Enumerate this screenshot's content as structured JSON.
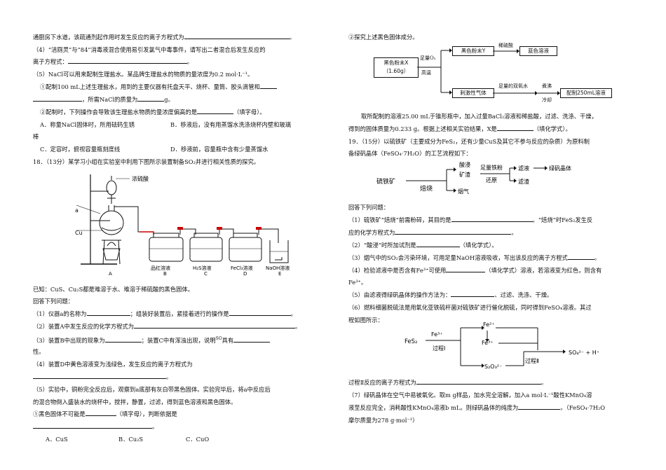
{
  "left": {
    "l1": "通厨房下水道，该疏通剂起作用时发生反应的离子方程式为",
    "l2": "（4）“洁厕灵”与“84”消毒液混合使用易引发氯气中毒事件，请写出二者混合后发生反应的",
    "l3": "离子方程式：",
    "l4": "（5）NaCl可以用来配制生理盐水。某品牌生理盐水的物质的量浓度为0.2  mol·L⁻¹。",
    "l5": "①配制100  mL上述生理盐水，用到的主要仪器有托盘天平、烧杯、量筒、胶头滴管和",
    "l6": "，所需NaCl的质量为",
    "l6b": "g。",
    "l7": "②配制时，下列操作会导致该生理盐水物质的量浓度偏高的是",
    "l7b": "（填字母）。",
    "l8a": "A．称量NaCl固体时，所用砝码生锈",
    "l8b": "B．移液后，没有用蒸馏水洗涤烧杯内壁和玻璃",
    "l9": "棒",
    "l10a": "C．定容时，俯视容量瓶刻度线",
    "l10b": "D．移液前，容量瓶中含有少量蒸馏水",
    "l11": "18．（13分）某学习小组在实验室中利用下图所示装置制备SO₂并进行相关性质的探究。",
    "app_labels": {
      "acid": "浓硫酸",
      "a": "a",
      "cu": "Cu",
      "b_sol": "品红溶液",
      "c_sol": "H₂S溶液",
      "d_sol": "FeCl₃溶液",
      "e_sol": "NaOH溶液",
      "A": "A",
      "B": "B",
      "C": "C",
      "D": "D",
      "E": "E"
    },
    "l12": "已知：CuS、Cu₂S都是难溶于水、难溶于稀硫酸的黑色固体。",
    "l13": "回答下列问题：",
    "l14": "（1）仪器a的名称为",
    "l14b": "；组装好装置后，紧接着进行的操作是",
    "l15": "（2）装置A中发生反应的化学方程式为",
    "l16": "（3）装置B中出现的现象为",
    "l16b": "；装置C中有浑浊出现，说明",
    "l16c": "SO",
    "l16d": "具有",
    "l17": "性。",
    "l18": "（4）装置D中黄色溶液变为浅绿色，发生反应的离子方程式为",
    "l19": "（5）实验中，铜粉完全反应后，观察到a底部有灰白带黑色固体。实验完毕后，将a中反应后",
    "l20": "的混合物倒入盛装水的烧杯中，搅拌，静置，过滤，得到蓝色溶液和黑色固体。",
    "l21": "①黑色固体不可能是",
    "l21b": "（填字母），判断依据是",
    "opts": [
      "A．CuS",
      "B．Cu₂S",
      "C．CuO"
    ]
  },
  "right": {
    "r1": "②探究上述黑色固体成分。",
    "flow1": {
      "x": "黑色粉末X",
      "x_mass": "（1.60g）",
      "o2": "足量O₂",
      "heat": "高温",
      "y": "黑色粉末Y",
      "dil_acid": "稀硫酸",
      "blue": "蓝色溶液",
      "gas": "刺激性气体",
      "h2o2": "足量的双氧水",
      "boil": "煮沸",
      "cool": "冷却",
      "sol250": "配制250mL溶液"
    },
    "r2": "取所配制的溶液25.00  mL于锥形瓶中，加入过量BaCl₂溶液和稀盐酸，过滤、洗涤、干燥，",
    "r3": "得到的固体质量为0.233  g。根据上述相关实验结果，X是",
    "r3b": "（填化学式）。",
    "r4": "19．（15分）以硫铁矿（主要成分为FeS₂，还有少量CuS及其它不参与反应的杂质）为原料制",
    "r5": "备绿矾晶体（FeSO₄·7H₂O）的工艺流程如下：",
    "flow2": {
      "ore": "硫铁矿",
      "roast": "焙烧",
      "acid": "酸浸",
      "fe": "足量铁粉",
      "reduce": "还原",
      "filtrate1": "滤液",
      "crystal": "绿矾晶体",
      "slag": "滤渣",
      "smoke": "烟气"
    },
    "r6": "回答下列问题：",
    "r7": "（1）硫铁矿“焙烧”前需粉碎，其目的是",
    "r7b": "。“焙烧”时FeS₂发生反",
    "r8": "应的化学方程式为",
    "r9": "（2）“酸浸”时所加试剂是",
    "r9b": "（填化学式）。",
    "r10": "（3）烟气中的SO₂会污染环境，可用足量NaOH溶液吸收，写出该反应的离子方程式",
    "r11": "（4）检验滤液中是否含有Fe³⁺可使用",
    "r11b": "（填化学式）溶液，若溶液变为红色，则含有",
    "r12": "Fe³⁺。",
    "r13": "（5）由滤液得绿矾晶体的操作方法为：",
    "r13b": "、过滤、洗涤、干燥。",
    "r14": "（6）燃料细菌脱硫法是用氧化亚铁硫杆菌对硫铁矿进行催化脱硫，同时得到FeSO₄溶液。其过",
    "r15": "程如图所示：",
    "flow3": {
      "fes2": "FeS₂",
      "fe3a": "Fe³⁺",
      "p1": "过程Ⅰ",
      "fe2": "Fe²⁺",
      "fe3b": "Fe³⁺",
      "s2o3": "S₂O₃²⁻",
      "p2": "过程Ⅱ",
      "prod": "SO₄²⁻ + H⁺"
    },
    "r16": "过程Ⅱ反应的离子方程式为",
    "r17": "（7）绿矾晶体在空气中易被氧化。取m g样品，加水完全溶解，加入a  mol·L⁻¹酸性KMnO₄溶",
    "r18": "液至反应完全，消耗酸性KMnO₄溶液b mL。则绿矾晶体的纯度为",
    "r18b": "。（FeSO₄·7H₂O",
    "r19": "摩尔质量为278 g·mol⁻¹）"
  }
}
